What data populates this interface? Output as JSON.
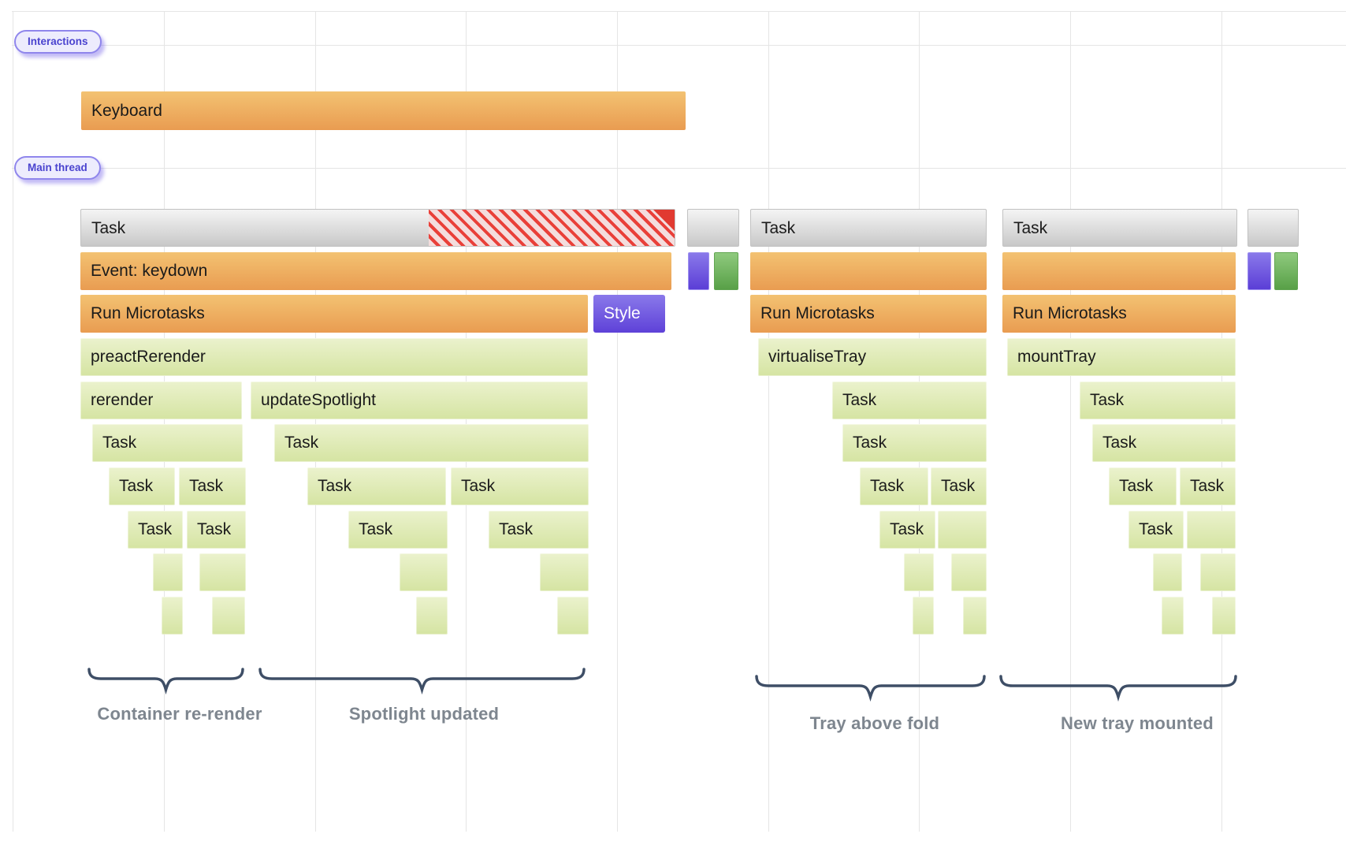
{
  "tracks": {
    "interactions_pill": "Interactions",
    "main_thread_pill": "Main thread"
  },
  "interactions": {
    "keyboard": "Keyboard"
  },
  "labels": {
    "task": "Task",
    "event_keydown": "Event: keydown",
    "run_microtasks": "Run Microtasks",
    "style": "Style",
    "preact_rerender": "preactRerender",
    "rerender": "rerender",
    "update_spotlight": "updateSpotlight",
    "virtualise_tray": "virtualiseTray",
    "mount_tray": "mountTray"
  },
  "annotations": {
    "container_rerender": "Container re-render",
    "spotlight_updated": "Spotlight updated",
    "tray_above_fold": "Tray above fold",
    "new_tray_mounted": "New tray mounted"
  },
  "colors": {
    "task_gray_top": "#f4f4f4",
    "task_gray_bottom": "#c8c8c8",
    "script_orange_top": "#f3c272",
    "script_orange_bottom": "#e99c51",
    "function_green_top": "#ebf2cd",
    "function_green_bottom": "#d5e4a2",
    "style_purple_top": "#8a79ea",
    "style_purple_bottom": "#5e41d8",
    "paint_green_top": "#8fca7e",
    "paint_green_bottom": "#58a047",
    "hatch_stripe_red": "#e94039",
    "hatch_pink": "#f4dddd",
    "alert_triangle_red": "#e13a31",
    "pill_border": "#8f86ec",
    "pill_bg": "#edecfd",
    "pill_text": "#4a43cf",
    "brace": "#3e4e66",
    "annotation_text": "#7e868f",
    "gridline": "#e5e5e5"
  }
}
